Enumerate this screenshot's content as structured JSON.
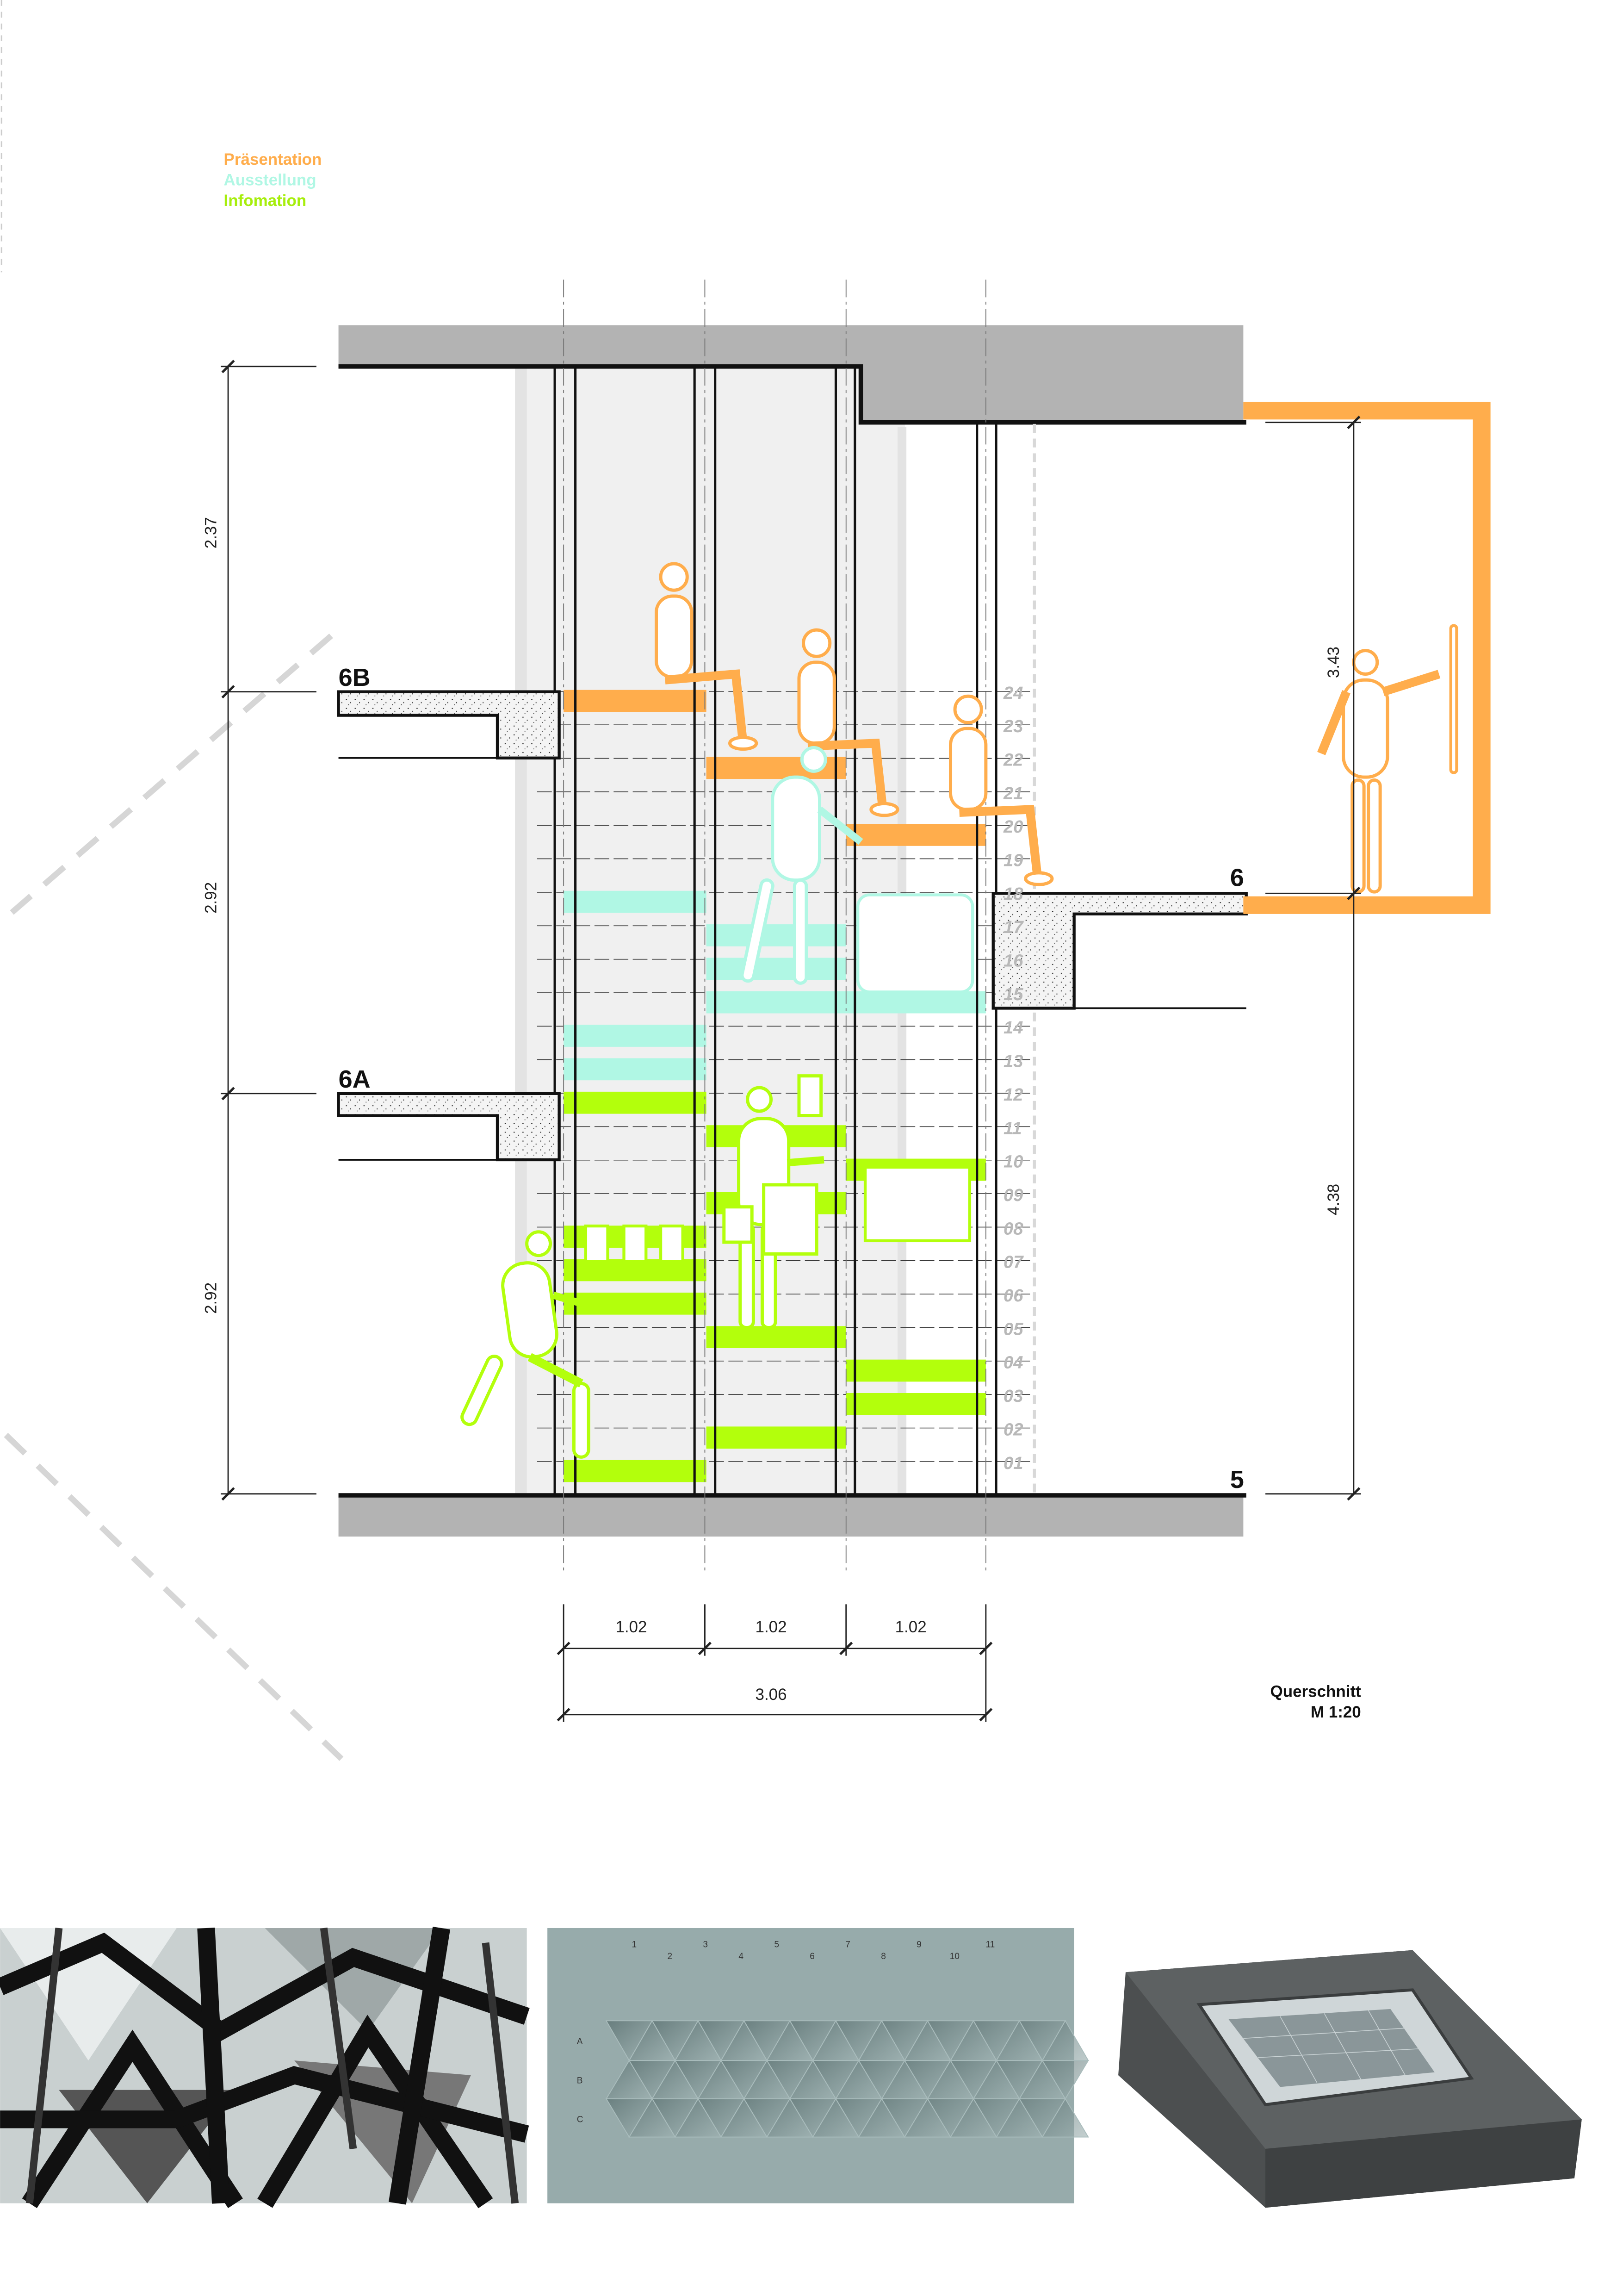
{
  "legend": {
    "items": [
      {
        "label": "Präsentation",
        "color": "#ffad4c"
      },
      {
        "label": "Ausstellung",
        "color": "#b0f7e4"
      },
      {
        "label": "Infomation",
        "color": "#b3ff0c"
      }
    ]
  },
  "levels": {
    "l6b": "6B",
    "l6a": "6A",
    "l6": "6",
    "l5": "5"
  },
  "dimensions": {
    "left": [
      "2.37",
      "2.92",
      "2.92"
    ],
    "right": [
      "3.43",
      "4.38"
    ],
    "bottom_modules": [
      "1.02",
      "1.02",
      "1.02"
    ],
    "bottom_total": "3.06"
  },
  "steps": [
    "01",
    "02",
    "03",
    "04",
    "05",
    "06",
    "07",
    "08",
    "09",
    "10",
    "11",
    "12",
    "13",
    "14",
    "15",
    "16",
    "17",
    "18",
    "19",
    "20",
    "21",
    "22",
    "23",
    "24"
  ],
  "title": {
    "name": "Querschnitt",
    "scale": "M 1:20"
  },
  "panel": {
    "columns": [
      "1",
      "2",
      "3",
      "4",
      "5",
      "6",
      "7",
      "8",
      "9",
      "10",
      "11"
    ],
    "rows": [
      "A",
      "B",
      "C"
    ]
  },
  "colors": {
    "orange": "#ffad4c",
    "cyan": "#b0f7e4",
    "green": "#b3ff0c",
    "slab": "#b3b3b3"
  }
}
